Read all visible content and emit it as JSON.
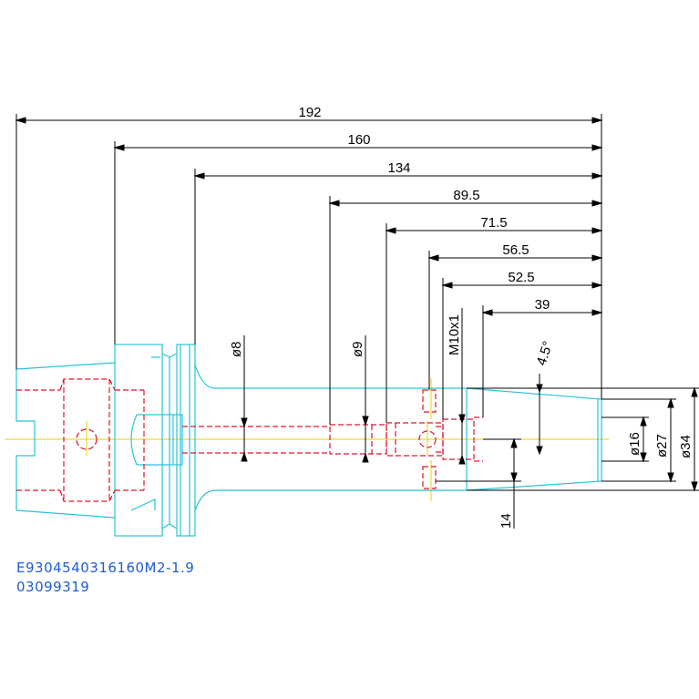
{
  "dimensions": {
    "length_192": "192",
    "length_160": "160",
    "length_134": "134",
    "length_89_5": "89.5",
    "length_71_5": "71.5",
    "length_56_5": "56.5",
    "length_52_5": "52.5",
    "length_39": "39",
    "bore_8": "ø8",
    "bore_9": "ø9",
    "thread": "M10x1",
    "taper_angle": "4.5°",
    "dia_16": "ø16",
    "dia_27": "ø27",
    "dia_34": "ø34",
    "offset_14": "14"
  },
  "labels": {
    "part_code": "E9304540316160M2-1.9",
    "order_code": "03099319"
  },
  "colors": {
    "outline": "#27c3d8",
    "hidden": "#e0142a",
    "center": "#e8d200",
    "dimension": "#000000",
    "text_label": "#1e5bd6"
  }
}
